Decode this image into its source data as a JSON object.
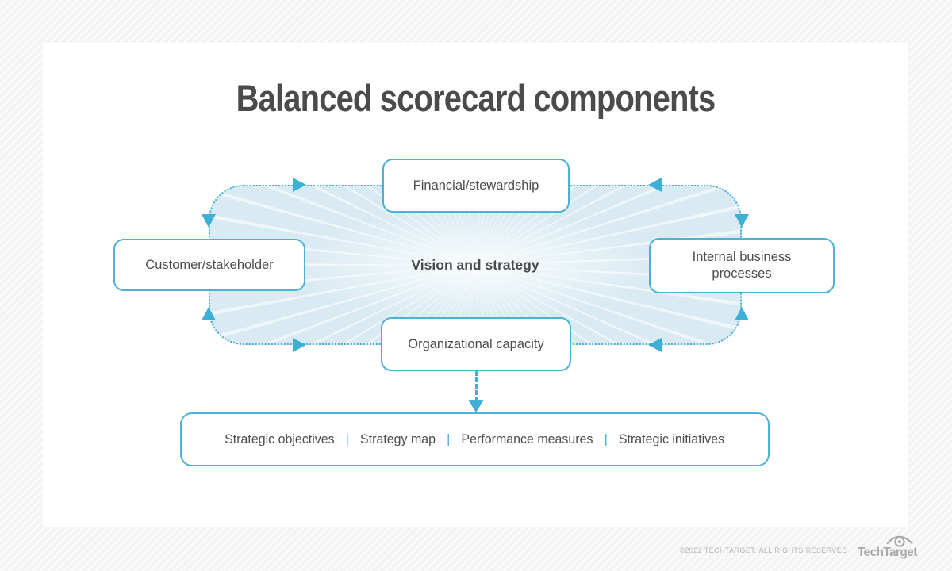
{
  "title": "Balanced scorecard components",
  "diagram": {
    "center_label": "Vision and strategy",
    "nodes": {
      "top": {
        "label": "Financial/stewardship"
      },
      "left": {
        "label": "Customer/stakeholder"
      },
      "right": {
        "label": "Internal business processes"
      },
      "bottom": {
        "label": "Organizational capacity"
      }
    },
    "strategy_bar": {
      "items": [
        "Strategic objectives",
        "Strategy map",
        "Performance measures",
        "Strategic initiatives"
      ],
      "separator": "|"
    }
  },
  "footer": {
    "copyright": "©2022 TECHTARGET. ALL RIGHTS RESERVED",
    "brand": "TechTarget"
  },
  "colors": {
    "accent_blue": "#3FB0D5",
    "fill_blue": "#D9EAF2",
    "title_gray": "#4B4B4B",
    "text_gray": "#4D4D4D",
    "footer_gray": "#B5B5B6"
  }
}
